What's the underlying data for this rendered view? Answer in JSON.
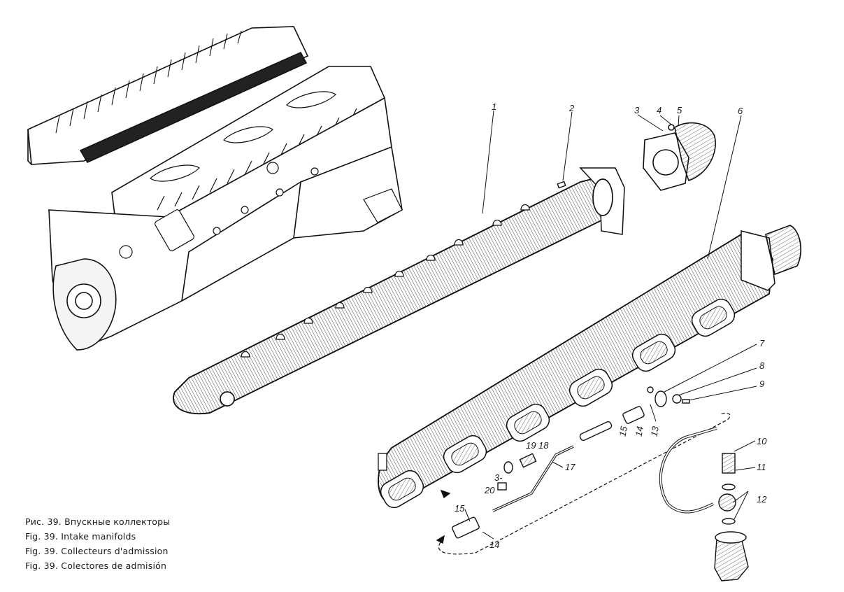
{
  "captions": [
    "Рис. 39. Впускные коллекторы",
    "Fig. 39. Intake manifolds",
    "Fig. 39. Collecteurs d'admission",
    "Fig. 39. Colectores de admisión"
  ],
  "callouts": {
    "c1": "1",
    "c2": "2",
    "c3": "3",
    "c4": "4",
    "c5": "5",
    "c6": "6",
    "c7": "7",
    "c8": "8",
    "c9": "9",
    "c10": "10",
    "c11": "11",
    "c12": "12",
    "c13": "13",
    "c14a": "14",
    "c15a": "15",
    "c14b": "14",
    "c15b": "15",
    "c17": "17",
    "c18": "18",
    "c19": "19",
    "c20": "20",
    "c3b": "3-"
  }
}
